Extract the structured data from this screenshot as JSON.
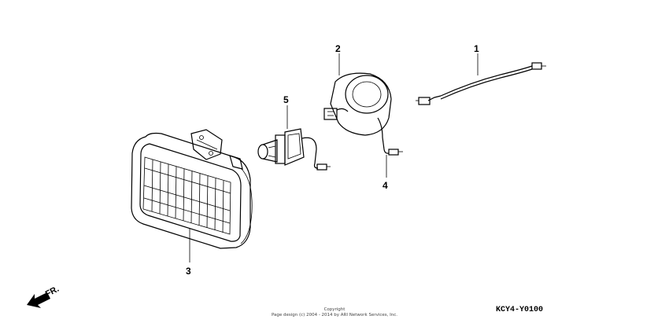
{
  "diagram": {
    "callouts": [
      {
        "id": "1",
        "label": "1"
      },
      {
        "id": "2",
        "label": "2"
      },
      {
        "id": "3",
        "label": "3"
      },
      {
        "id": "4",
        "label": "4"
      },
      {
        "id": "5",
        "label": "5"
      }
    ],
    "direction_label": "FR.",
    "diagram_code": "KCY4-Y0100",
    "copyright_line1": "Copyright",
    "copyright_line2": "Page design (c) 2004 - 2014 by ARI Network Services, Inc."
  }
}
